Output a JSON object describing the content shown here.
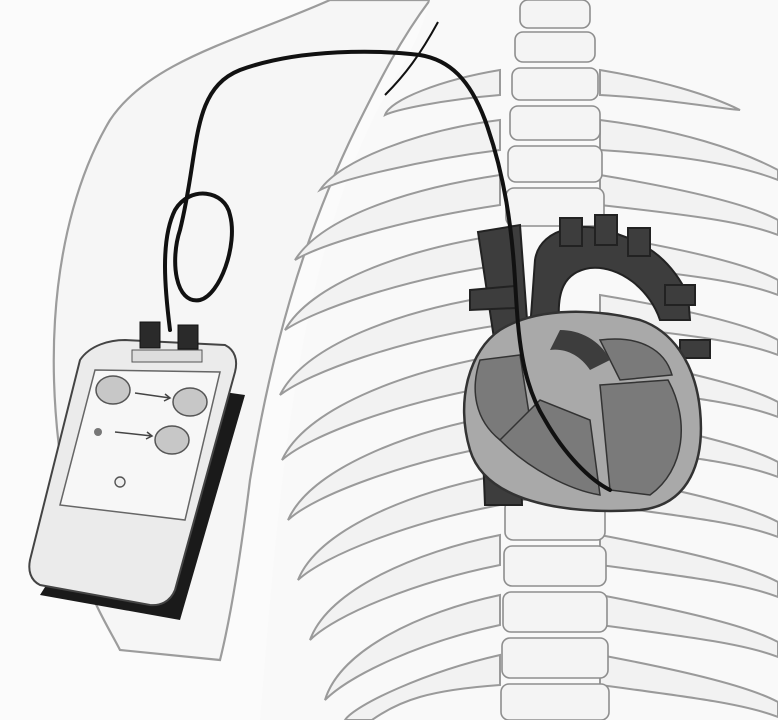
{
  "illustration": {
    "panel_text": {
      "top_indicator": "",
      "left_arrow_label": "",
      "right_label_top": "",
      "right_label_bottom": "",
      "bottom_label": ""
    },
    "colors": {
      "background": "#fbfbfb",
      "outline": "#9c9c9c",
      "heart_dark": "#3d3d3d",
      "heart_mid": "#7a7a7a",
      "heart_light": "#a9a9a9",
      "lead_wire": "#111111",
      "device_body": "#ebebeb",
      "device_base": "#1a1a1a"
    },
    "icons": [
      "pacemaker-device",
      "pacing-lead-wire",
      "heart",
      "rib-cage",
      "spine"
    ]
  }
}
